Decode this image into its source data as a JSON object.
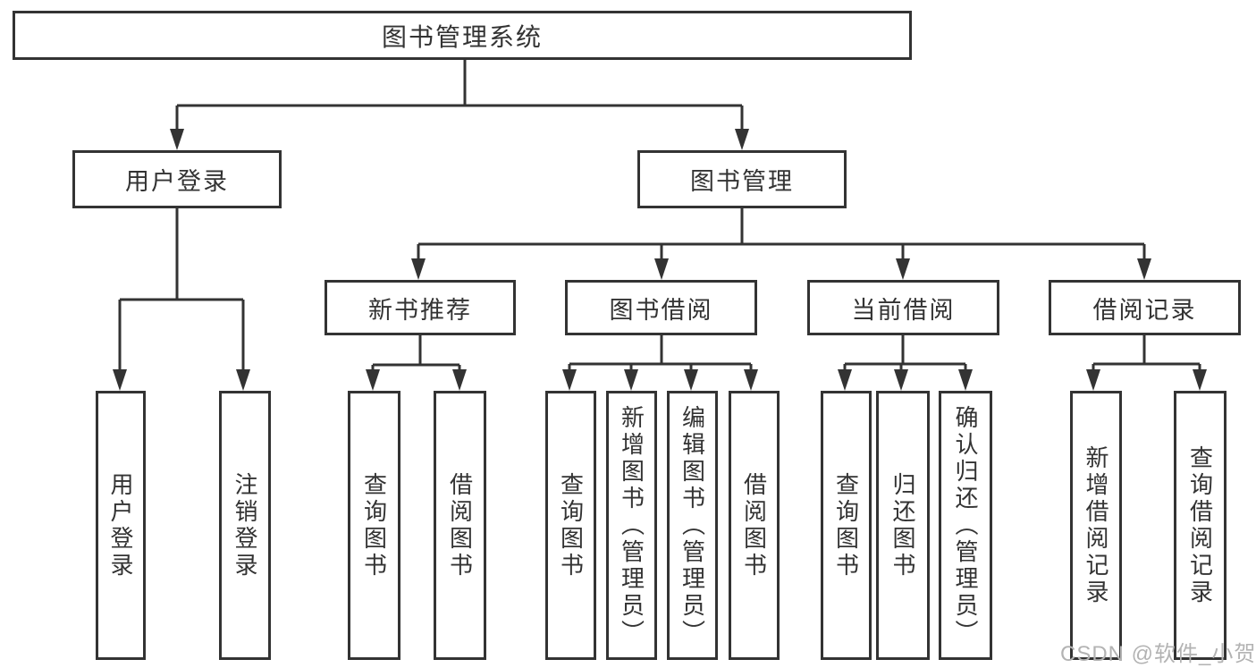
{
  "diagram_title": "图书管理系统",
  "watermark": "CSDN @软件_小贺同学",
  "colors": {
    "line": "#333333",
    "box_border": "#333333",
    "box_background": "#ffffff",
    "text": "#333333",
    "watermark": "#b3b3b3",
    "page_background": "#ffffff"
  },
  "nodes": {
    "root": "图书管理系统",
    "user_login": "用户登录",
    "book_mgmt": "图书管理",
    "leaf_user_login": "用户登录",
    "leaf_logout": "注销登录",
    "new_book_rec": "新书推荐",
    "book_borrow": "图书借阅",
    "current_borrow": "当前借阅",
    "borrow_record": "借阅记录",
    "rec_query_book": "查询图书",
    "rec_borrow_book": "借阅图书",
    "bb_query_book": "查询图书",
    "bb_add_book": "新增图书（管理员）",
    "bb_edit_book": "编辑图书（管理员）",
    "bb_borrow_book": "借阅图书",
    "cb_query_book": "查询图书",
    "cb_return_book": "归还图书",
    "cb_confirm_return": "确认归还（管理员）",
    "br_add_record": "新增借阅记录",
    "br_query_record": "查询借阅记录"
  },
  "hierarchy": {
    "图书管理系统": [
      "用户登录",
      "图书管理"
    ],
    "用户登录": [
      "用户登录",
      "注销登录"
    ],
    "图书管理": [
      "新书推荐",
      "图书借阅",
      "当前借阅",
      "借阅记录"
    ],
    "新书推荐": [
      "查询图书",
      "借阅图书"
    ],
    "图书借阅": [
      "查询图书",
      "新增图书（管理员）",
      "编辑图书（管理员）",
      "借阅图书"
    ],
    "当前借阅": [
      "查询图书",
      "归还图书",
      "确认归还（管理员）"
    ],
    "借阅记录": [
      "新增借阅记录",
      "查询借阅记录"
    ]
  }
}
